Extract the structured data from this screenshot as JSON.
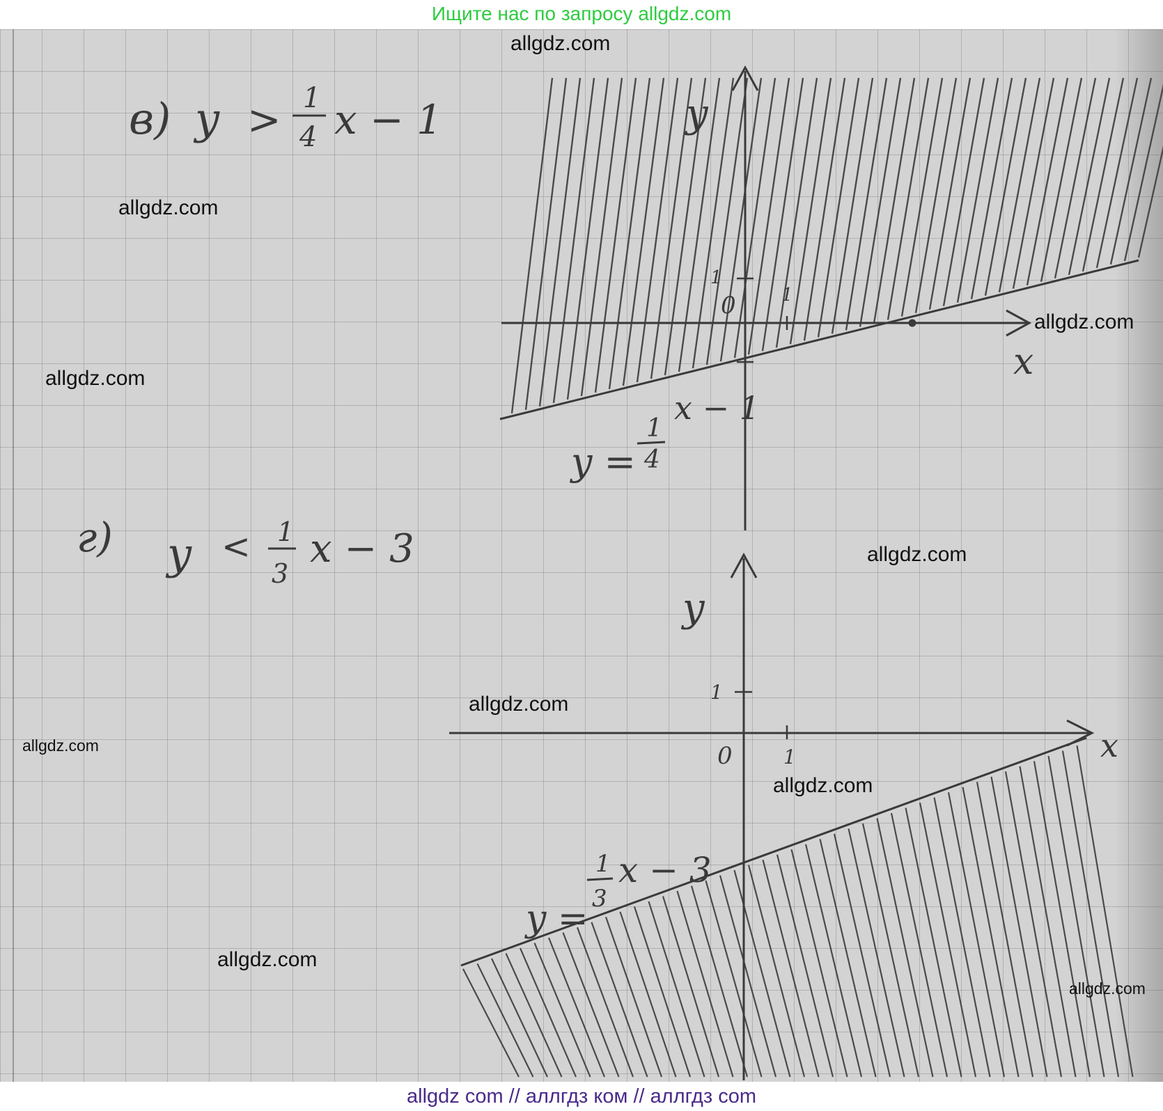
{
  "header": {
    "banner": "Ищите нас по запросу allgdz.com"
  },
  "task_v": {
    "label": "в)",
    "inequality": {
      "lhs": "y",
      "sign": ">",
      "num": "1",
      "den": "4",
      "rest": "x − 1"
    },
    "graph": {
      "y_axis": "y",
      "x_axis": "x",
      "origin": "0",
      "tick_x": "1",
      "tick_y": "1",
      "boundary": {
        "lhs": "y =",
        "num": "1",
        "den": "4",
        "rest": "x − 1"
      }
    }
  },
  "task_g": {
    "label": "г)",
    "inequality": {
      "lhs": "y",
      "sign": "<",
      "num": "1",
      "den": "3",
      "rest": "x − 3"
    },
    "graph": {
      "y_axis": "y",
      "x_axis": "x",
      "origin": "0",
      "tick_x": "1",
      "tick_y": "1",
      "boundary": {
        "lhs": "y =",
        "num": "1",
        "den": "3",
        "rest": "x − 3"
      }
    }
  },
  "watermarks": [
    "allgdz.com",
    "allgdz.com",
    "allgdz.com",
    "allgdz.com",
    "allgdz.com",
    "allgdz.com",
    "allgdz.com",
    "allgdz.com",
    "allgdz.com",
    "allgdz.com"
  ],
  "footer": {
    "banner": "allgdz com  //  аллгдз ком  //  аллгдз com"
  },
  "colors": {
    "banner_green": "#2ecc40",
    "footer_purple": "#4a2a8a",
    "pencil": "#3a3a3a"
  }
}
